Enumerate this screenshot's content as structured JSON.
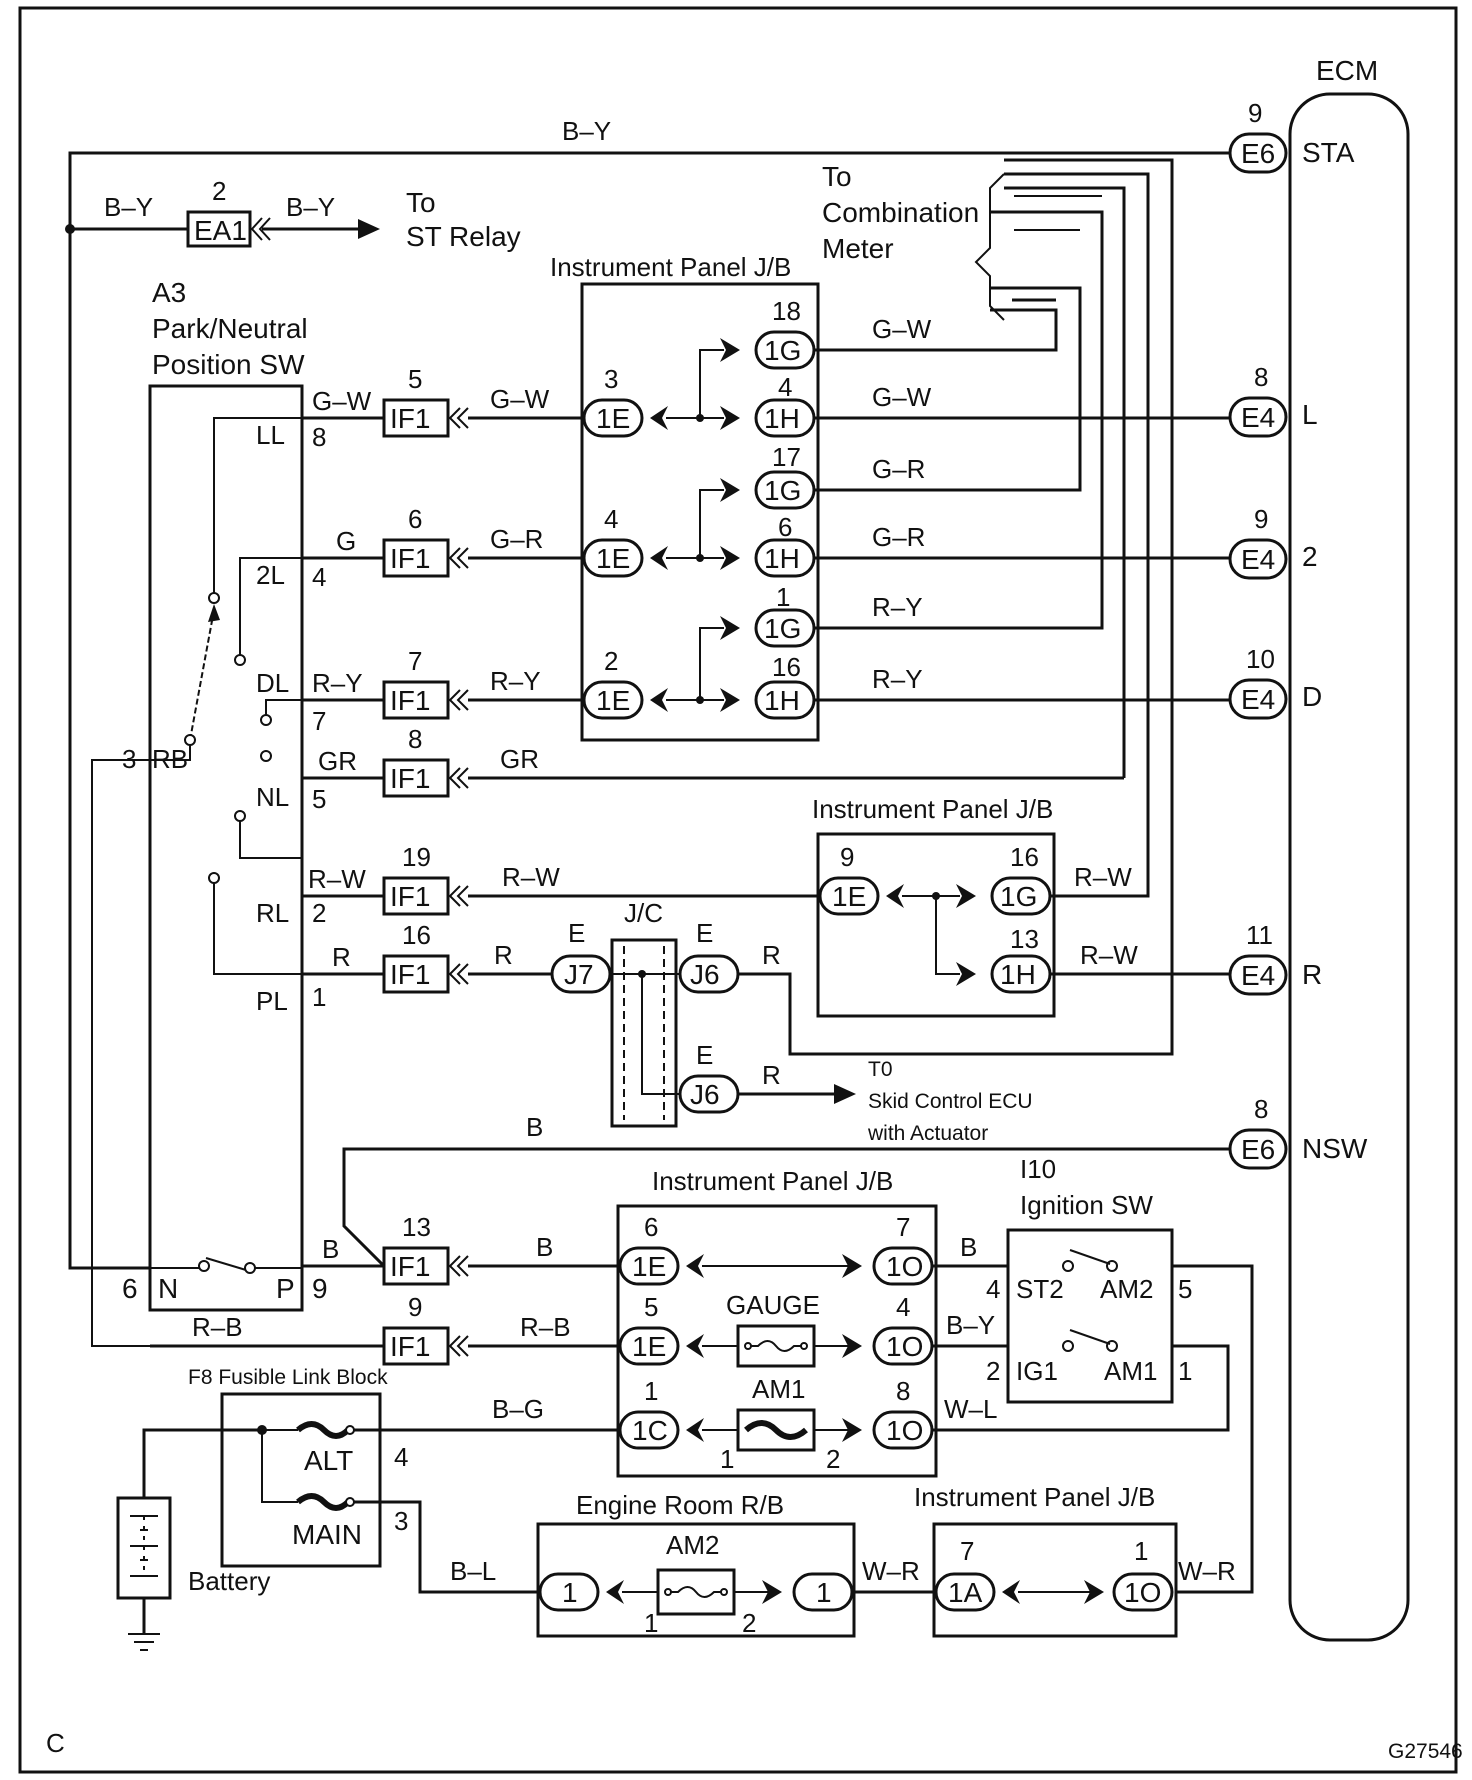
{
  "diagram_code": "G27546",
  "corner_letter": "C",
  "ecm": {
    "title": "ECM",
    "pins": {
      "sta": "STA",
      "l": "L",
      "two": "2",
      "d": "D",
      "r": "R",
      "nsw": "NSW"
    }
  },
  "labels": {
    "to_st_relay": [
      "To",
      "ST Relay"
    ],
    "to_combination_meter": [
      "To",
      "Combination",
      "Meter"
    ],
    "pn_switch": [
      "A3",
      "Park/Neutral",
      "Position SW"
    ],
    "ipjb": "Instrument Panel J/B",
    "jc": "J/C",
    "skid": [
      "T0",
      "Skid Control ECU",
      "with Actuator"
    ],
    "fusible": "F8 Fusible Link Block",
    "battery": "Battery",
    "engine_room": "Engine Room R/B",
    "ignition": [
      "I10",
      "Ignition SW"
    ],
    "gauge": "GAUGE",
    "am1": "AM1",
    "am2": "AM2",
    "alt": "ALT",
    "main": "MAIN",
    "st2": "ST2",
    "ig1": "IG1",
    "am2_sw": "AM2",
    "am1_sw": "AM1"
  },
  "switch_positions": [
    "LL",
    "2L",
    "DL",
    "NL",
    "RL",
    "PL",
    "RB",
    "N",
    "P"
  ],
  "wire_colors": [
    "B–Y",
    "G–W",
    "G–R",
    "R–Y",
    "GR",
    "R–W",
    "R",
    "B",
    "R–B",
    "B–G",
    "B–L",
    "W–R",
    "W–L",
    "G"
  ],
  "connectors": [
    "E6",
    "E4",
    "EA1",
    "IF1",
    "1E",
    "1G",
    "1H",
    "J6",
    "J7",
    "1O",
    "1C",
    "1A",
    "1"
  ],
  "pin_numbers": [
    "1",
    "2",
    "3",
    "4",
    "5",
    "6",
    "7",
    "8",
    "9",
    "10",
    "11",
    "13",
    "16",
    "17",
    "18",
    "19"
  ],
  "jc_pin_letter": "E"
}
